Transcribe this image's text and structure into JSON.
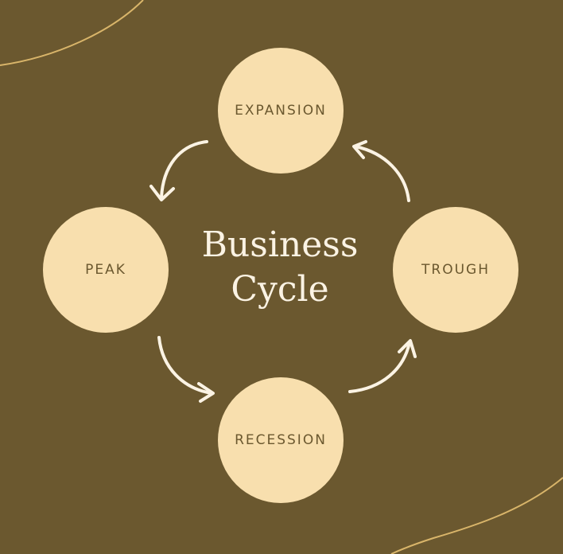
{
  "title": {
    "line1": "Business",
    "line2": "Cycle"
  },
  "nodes": {
    "expansion": "EXPANSION",
    "peak": "PEAK",
    "trough": "TROUGH",
    "recession": "RECESSION"
  },
  "colors": {
    "background": "#6b582f",
    "node": "#f8dfae",
    "node_text": "#6b582f",
    "arrow": "#fbf3e4",
    "accent_line": "#d9b56a"
  }
}
